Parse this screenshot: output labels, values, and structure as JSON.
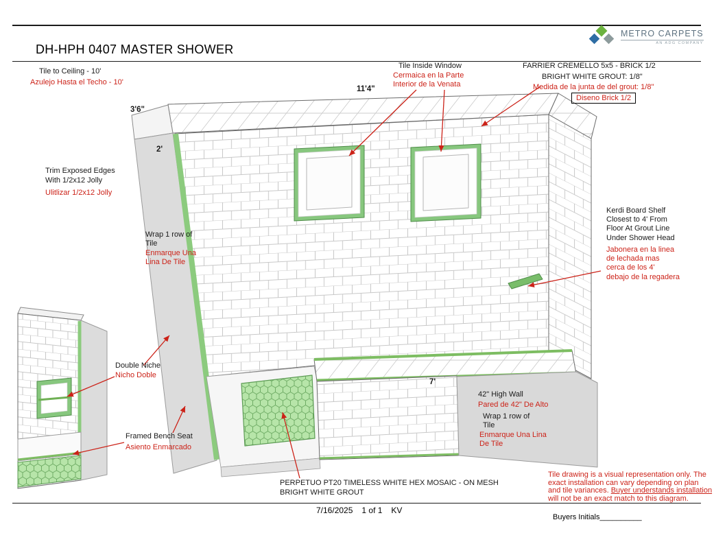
{
  "header": {
    "title": "DH-HPH 0407 MASTER SHOWER",
    "logo": {
      "name": "METRO CARPETS",
      "subtitle": "AN ADG COMPANY"
    }
  },
  "notes": {
    "tile_ceiling": {
      "en": "Tile to Ceiling - 10'",
      "es": "Azulejo Hasta el Techo - 10'"
    },
    "trim": {
      "en1": "Trim Exposed Edges",
      "en2": "With 1/2x12 Jolly",
      "es": "Ulitlizar 1/2x12 Jolly"
    },
    "wrap_left": {
      "en1": "Wrap 1 row of",
      "en2": "Tile",
      "es1": "Enmarque Una",
      "es2": "Lina De Tile"
    },
    "window": {
      "en": "Tile Inside Window",
      "es1": "Cermaica en la Parte",
      "es2": "Interior de la Venata"
    },
    "tile_spec": {
      "en1": "FARRIER CREMELLO 5x5 - BRICK 1/2",
      "en2": "BRIGHT WHITE GROUT: 1/8\"",
      "es": "Medida de la junta de del grout: 1/8\"",
      "box": "Diseno Brick 1/2"
    },
    "kerdi": {
      "en": [
        "Kerdi Board Shelf",
        "Closest to 4' From",
        "Floor At Grout Line",
        "Under Shower Head"
      ],
      "es": [
        "Jabonera en la linea",
        "de lechada mas",
        "cerca de los 4'",
        "debajo de la regadera"
      ]
    },
    "niche": {
      "en": "Double Niche",
      "es": "Nicho Doble"
    },
    "bench": {
      "en": "Framed Bench Seat",
      "es": "Asiento Enmarcado"
    },
    "high_wall": {
      "en": "42\" High Wall",
      "es": "Pared de 42\" De Alto"
    },
    "wrap_right": {
      "en1": "Wrap 1 row of",
      "en2": "Tile",
      "es1": "Enmarque Una Lina",
      "es2": "De Tile"
    },
    "mosaic": {
      "line1": "PERPETUO PT20 TIMELESS WHITE HEX MOSAIC - ON MESH",
      "line2": "BRIGHT WHITE GROUT"
    }
  },
  "dimensions": {
    "return_top": "3'6\"",
    "return_depth": "2'",
    "wall_width": "11'4\"",
    "half_wall_length": "7'"
  },
  "footer": {
    "date": "7/16/2025",
    "page": "1 of 1",
    "initials": "KV",
    "buyers_initials": "Buyers Initials__________"
  },
  "disclaimer": {
    "part1": "Tile drawing is a visual representation only.  The exact installation can vary depending on plan and tile variances.  ",
    "underline": "Buyer understands installation",
    "part2": " will not be an exact match to this diagram."
  },
  "colors": {
    "trim_green": "#8ccb7e",
    "mosaic_green": "#b7e5a9",
    "annotation_red": "#cc2218"
  }
}
